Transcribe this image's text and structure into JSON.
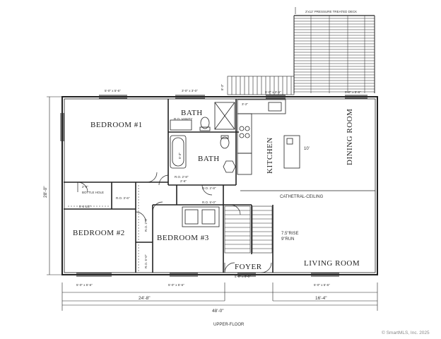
{
  "deck_note": "2'x12' PRESSURE TREATED DECK",
  "rooms": {
    "bedroom1": "BEDROOM #1",
    "bath_upper": "BATH",
    "bath_lower": "BATH",
    "kitchen": "KITCHEN",
    "dining": "DINING ROOM",
    "bedroom2": "BEDROOM #2",
    "bedroom3": "BEDROOM #3",
    "foyer": "FOYER",
    "living": "LIVING ROOM"
  },
  "notes": {
    "vanity": "R.O. VANITY",
    "tub": "5'-3\"",
    "kitchen_island": "10'",
    "cathedral": "CATHETRAL-CEILING",
    "stair_rise": "7.5\"RISE",
    "stair_run": "9\"RUN",
    "bottle_hole": "BOTTLE HOLE",
    "bottle_hole_dim": "2'-6\"",
    "closet_dim": "5'-2 1/2\"",
    "door_ro": "R.O. 2'-8\"",
    "door_ro_b": "R.O. 2'-6\"",
    "closet_ro": "R.O. 3'-6\"",
    "closet_ro_b": "R.O. 2'-8\"",
    "closet_ro_c": "R.O. 5'-0\"",
    "foyer_window": "5'-0\" x 6'-0\"",
    "stair_gap": "3'-2\"",
    "bath_gap": "2'-6\""
  },
  "windows": {
    "top_left": "5'-0\" x 5'-6\"",
    "top_mid": "3'-0\" x 3'-0\"",
    "top_kitchen": "5'-0\" x 3'-6\"",
    "top_right": "5'-0\" x 5'-6\"",
    "bottom_left": "5'-0\" x 5'-6\"",
    "bottom_mid": "5'-0\" x 5'-6\"",
    "bottom_right": "5'-0\" x 5'-6\""
  },
  "dimensions": {
    "overall_width": "48'-0\"",
    "left_width": "24'-8\"",
    "right_width": "16'-4\"",
    "overall_depth": "28'-0\"",
    "deck_offset": "8'-3\""
  },
  "title": "UPPER-FLOOR",
  "copyright": "© SmartMLS, Inc. 2025"
}
